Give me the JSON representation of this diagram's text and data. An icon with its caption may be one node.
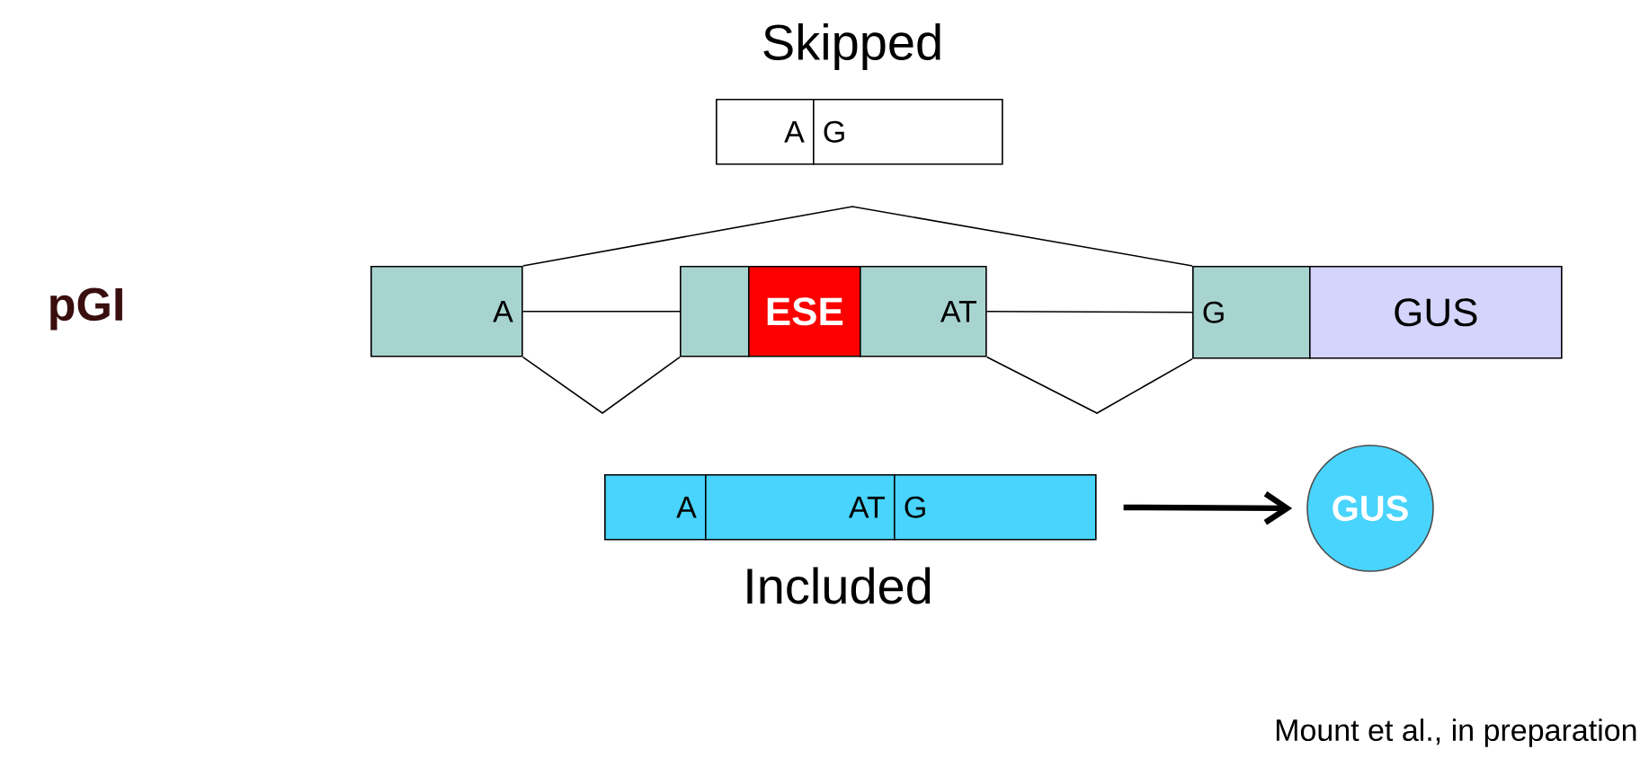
{
  "diagram": {
    "caption": "Mount et al., in preparation",
    "nodes": [
      {
        "text": [
          "A"
        ]
      },
      {
        "text": [],
        "shape": "box"
      },
      {
        "text": [
          "ESE"
        ]
      },
      {
        "text": [
          "AT"
        ]
      },
      {
        "text": [
          "G"
        ]
      },
      {
        "text": [
          "GUS"
        ]
      },
      {
        "text": [
          "A"
        ]
      },
      {
        "text": [
          "G"
        ]
      },
      {
        "text": [
          "A"
        ]
      },
      {
        "text": [
          "AT"
        ]
      },
      {
        "text": [
          "G"
        ]
      },
      {
        "text": [
          "GUS"
        ]
      }
    ],
    "edges": [
      {
        "from": 0,
        "to": 1,
        "arrow": "none"
      },
      {
        "from": 3,
        "to": 4,
        "arrow": "none"
      },
      {
        "from": 0,
        "to": 4,
        "arrow": "none"
      },
      {
        "from": 0,
        "to": 1,
        "arrow": "none"
      },
      {
        "from": 3,
        "to": 4,
        "arrow": "none"
      },
      {
        "from": 10,
        "to": 11,
        "arrow": "to",
        "style": "thick"
      }
    ],
    "labels": [
      "Skipped",
      "pGI",
      "Included"
    ]
  }
}
